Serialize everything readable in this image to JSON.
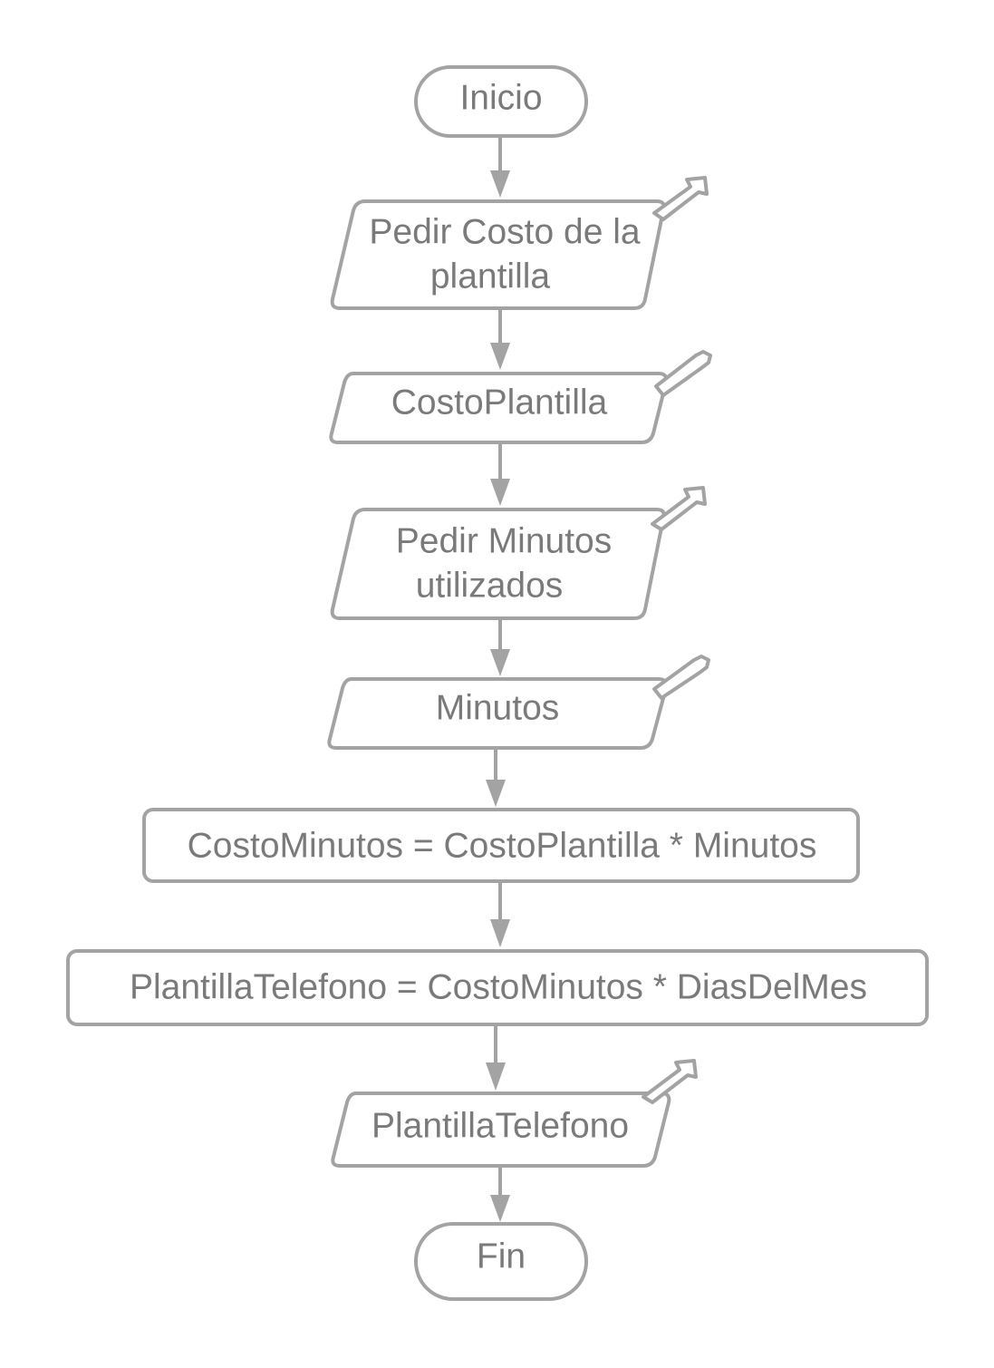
{
  "nodes": {
    "start": {
      "label": "Inicio"
    },
    "input_prompt_cost": {
      "line1": "Pedir Costo de la",
      "line2": "plantilla"
    },
    "input_cost": {
      "label": "CostoPlantilla"
    },
    "input_prompt_minutes": {
      "line1": "Pedir Minutos",
      "line2": "utilizados"
    },
    "input_minutes": {
      "label": "Minutos"
    },
    "process_cost_minutes": {
      "label": "CostoMinutos = CostoPlantilla * Minutos"
    },
    "process_phone_bill": {
      "label": "PlantillaTelefono = CostoMinutos * DiasDelMes"
    },
    "output_phone_bill": {
      "label": "PlantillaTelefono"
    },
    "end": {
      "label": "Fin"
    }
  },
  "colors": {
    "stroke": "#a3a3a3",
    "text": "#7a7a7a",
    "background": "#ffffff"
  }
}
